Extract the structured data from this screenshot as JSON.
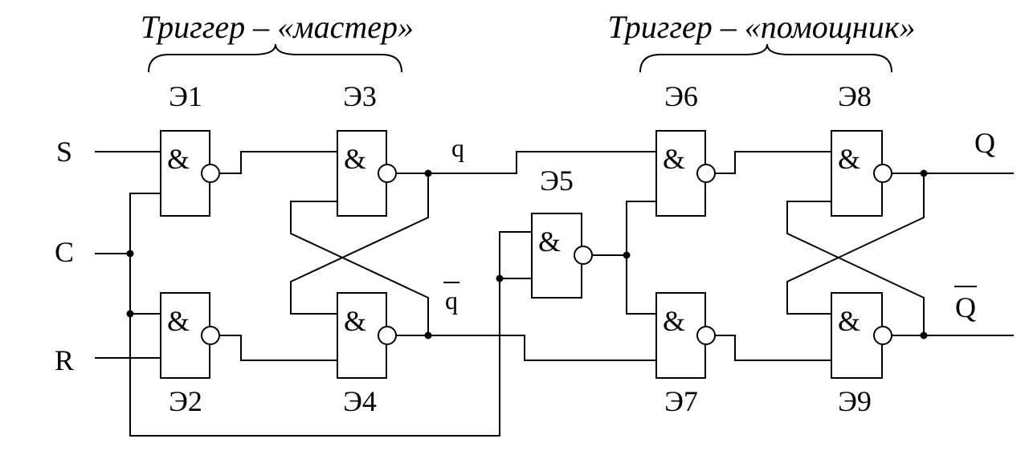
{
  "titles": {
    "master": "Триггер – «мастер»",
    "helper": "Триггер – «помощник»"
  },
  "gates": {
    "e1": "Э1",
    "e2": "Э2",
    "e3": "Э3",
    "e4": "Э4",
    "e5": "Э5",
    "e6": "Э6",
    "e7": "Э7",
    "e8": "Э8",
    "e9": "Э9"
  },
  "gate_symbol": "&",
  "inputs": {
    "s": "S",
    "c": "C",
    "r": "R"
  },
  "signals": {
    "q": "q",
    "q_bar": "q",
    "Q": "Q",
    "Q_bar": "Q"
  }
}
